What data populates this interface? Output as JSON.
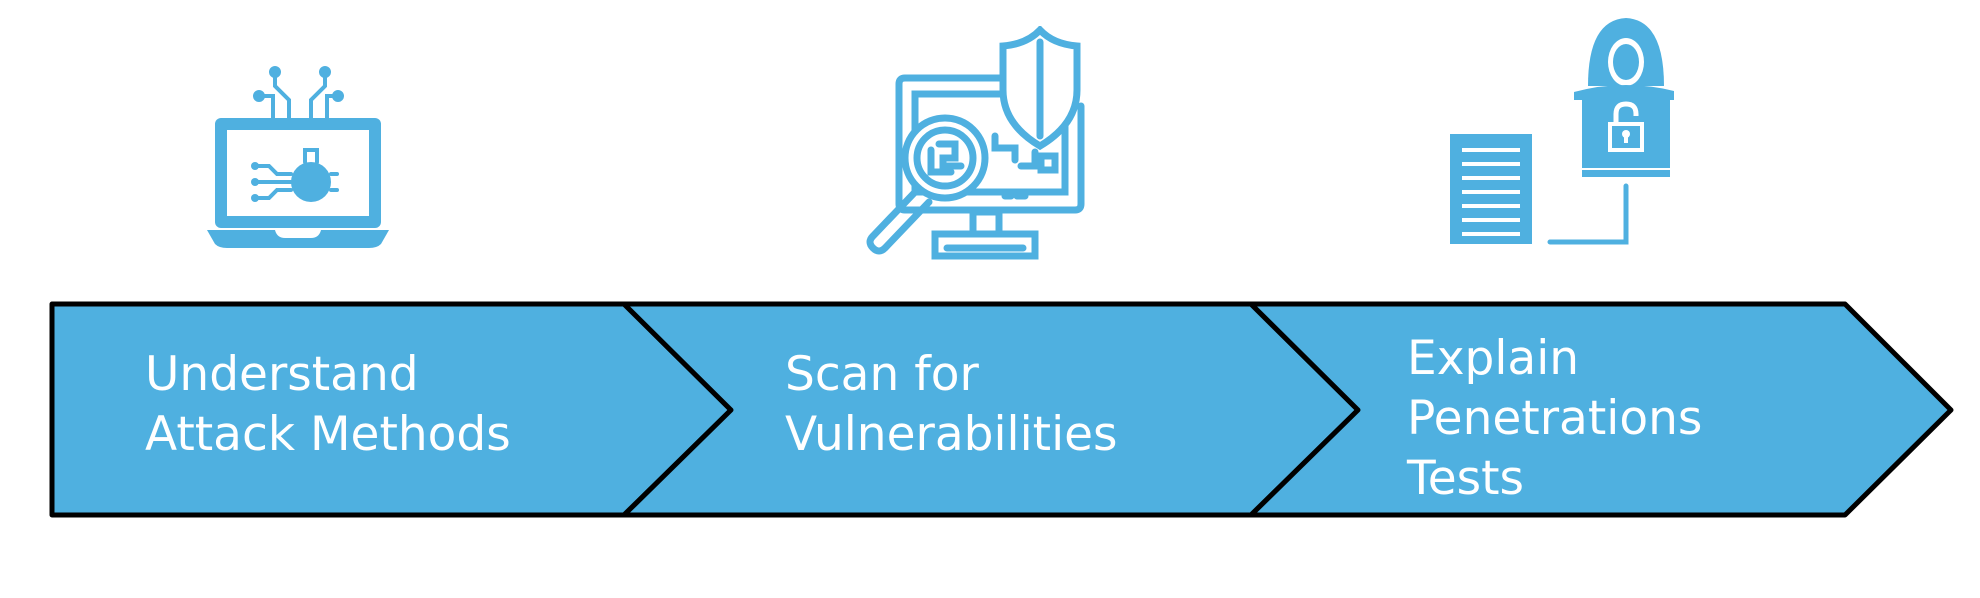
{
  "colors": {
    "fill": "#4fb0e0",
    "outline": "#000000",
    "icon": "#4fb0e0",
    "text": "#ffffff"
  },
  "steps": [
    {
      "lines": [
        "Understand",
        "Attack Methods"
      ],
      "icon": "laptop-circuit-bug-icon"
    },
    {
      "lines": [
        "Scan for",
        "Vulnerabilities"
      ],
      "icon": "monitor-shield-magnifier-icon"
    },
    {
      "lines": [
        "Explain",
        "Penetrations",
        "Tests"
      ],
      "icon": "hacker-document-lock-icon"
    }
  ]
}
